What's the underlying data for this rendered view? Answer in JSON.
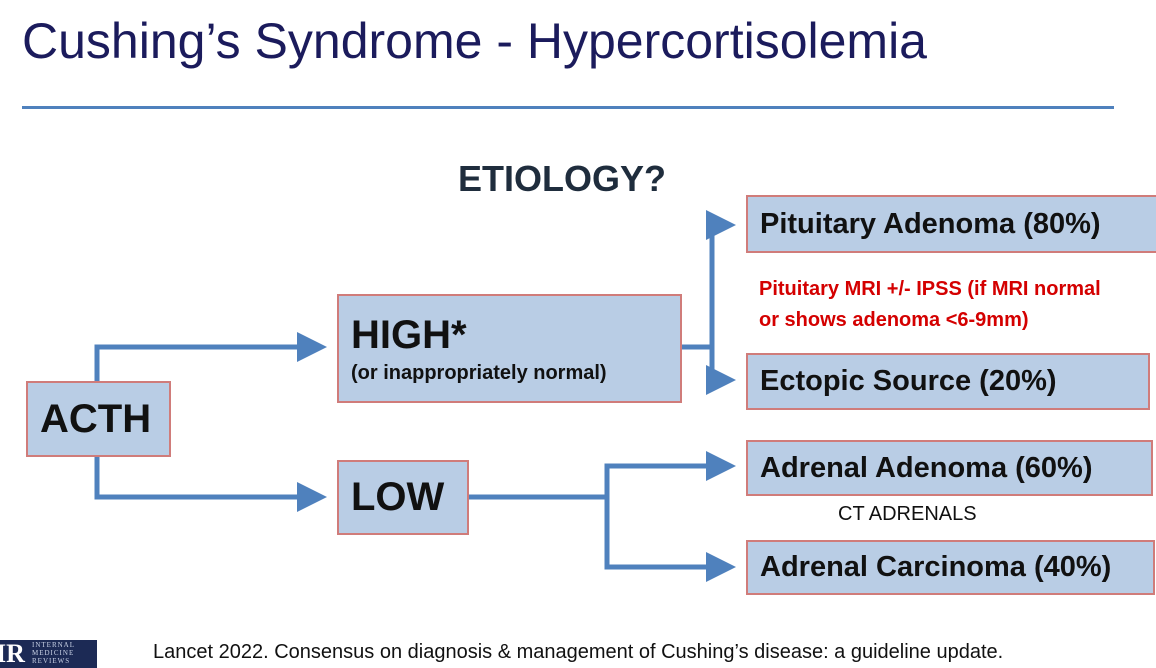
{
  "title": "Cushing’s Syndrome - Hypercortisolemia",
  "etiology": "ETIOLOGY?",
  "nodes": {
    "acth": "ACTH",
    "high": "HIGH*",
    "high_sub": "(or inappropriately normal)",
    "low": "LOW",
    "pituitary": "Pituitary Adenoma (80%)",
    "ectopic": "Ectopic Source (20%)",
    "adrenal_adenoma": "Adrenal Adenoma (60%)",
    "adrenal_carcinoma": "Adrenal Carcinoma (40%)"
  },
  "notes": {
    "pituitary_line1": "Pituitary MRI +/- IPSS (if MRI normal",
    "pituitary_line2": "or shows adenoma <6-9mm)",
    "ct": "CT ADRENALS"
  },
  "footer": "Lancet 2022. Consensus on diagnosis & management of Cushing’s disease: a guideline update.",
  "logo": {
    "mark": "IR",
    "line1": "INTERNAL",
    "line2": "MEDICINE",
    "line3": "REVIEWS"
  },
  "colors": {
    "arrow": "#4f81bd",
    "box_fill": "#b9cde5",
    "box_border": "#d07c7a",
    "note": "#d40000",
    "title": "#1b1b5c"
  }
}
